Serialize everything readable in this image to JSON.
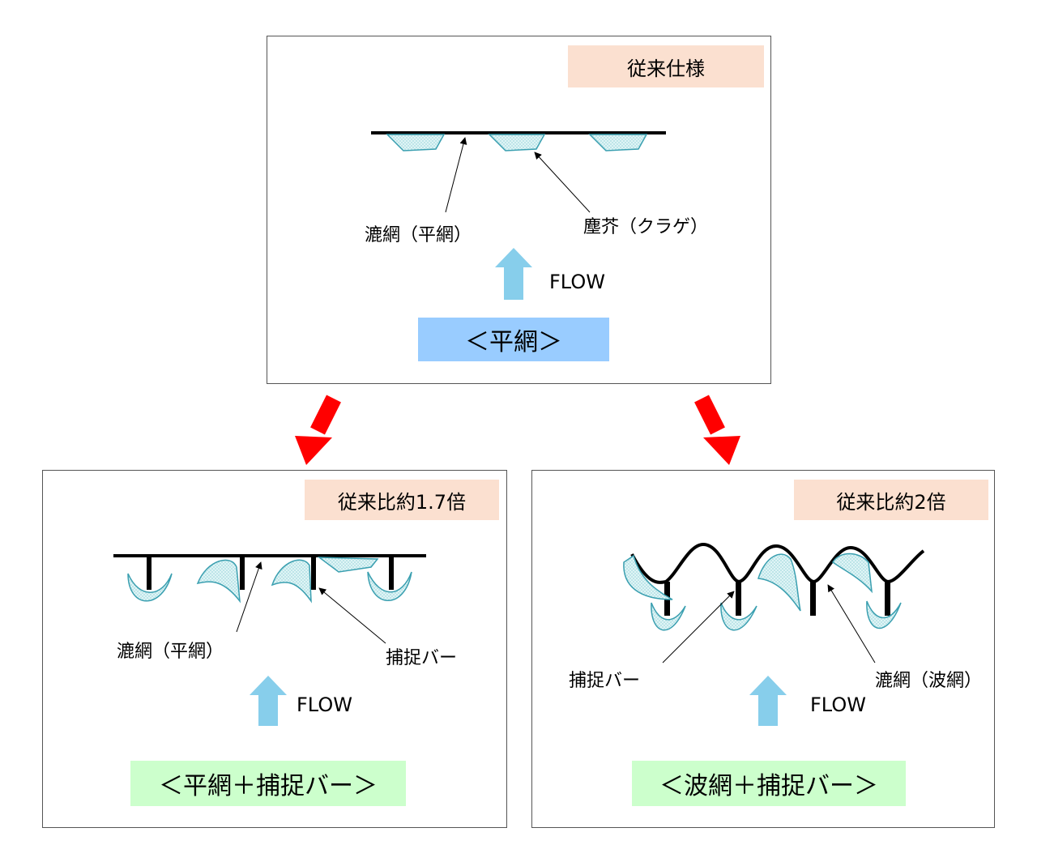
{
  "top": {
    "badge": "従来仕様",
    "label_net": "漉網（平網）",
    "label_debris": "塵芥（クラゲ）",
    "flow": "FLOW",
    "title": "＜平網＞"
  },
  "left": {
    "badge": "従来比約1.7倍",
    "label_net": "漉網（平網）",
    "label_bar": "捕捉バー",
    "flow": "FLOW",
    "title": "＜平網＋捕捉バー＞"
  },
  "right": {
    "badge": "従来比約2倍",
    "label_bar": "捕捉バー",
    "label_net": "漉網（波網）",
    "flow": "FLOW",
    "title": "＜波網＋捕捉バー＞"
  },
  "colors": {
    "badge_bg": "#fbe0d0",
    "title_top_bg": "#99ccff",
    "title_bottom_bg": "#ccffcc",
    "flow_arrow": "#87ceeb",
    "red_arrow": "#ff0000",
    "jellyfish_fill": "#d8f4f6"
  }
}
